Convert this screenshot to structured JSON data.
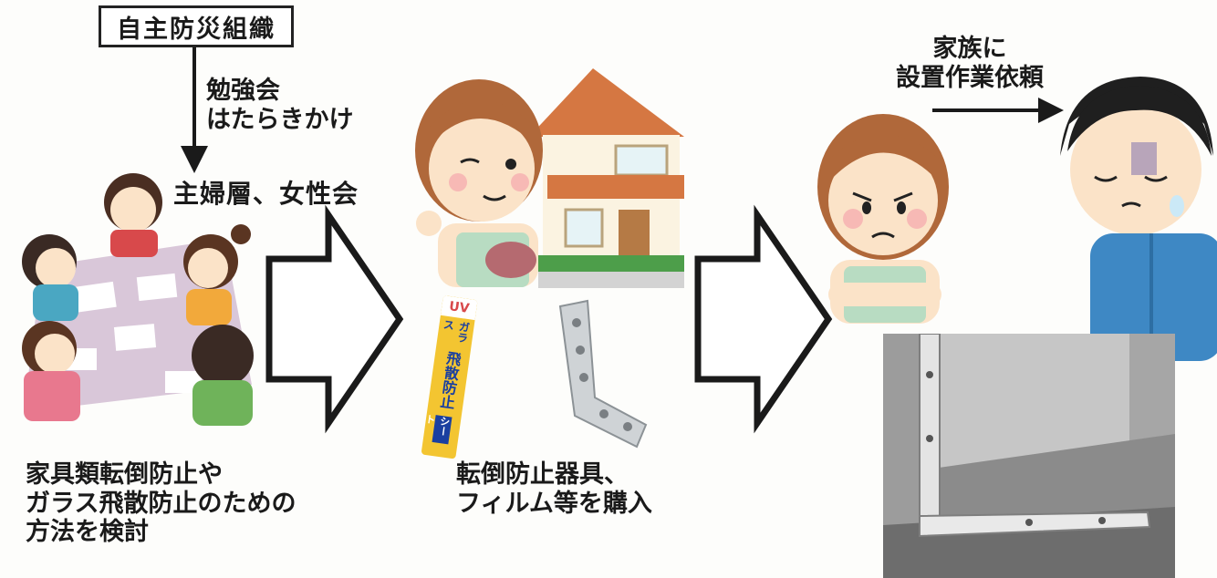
{
  "labels": {
    "org": "自主防災組織",
    "study_line1": "勉強会",
    "study_line2": "はたらきかけ",
    "target": "主婦層、女性会",
    "family_line1": "家族に",
    "family_line2": "設置作業依頼"
  },
  "captions": {
    "step1_line1": "家具類転倒防止や",
    "step1_line2": "ガラス飛散防止のための",
    "step1_line3": "方法を検討",
    "step2_line1": "転倒防止器具、",
    "step2_line2": "フィルム等を購入"
  },
  "product": {
    "uv": "UV",
    "line1": "ガラス",
    "line2": "飛散防止",
    "line3": "シート"
  },
  "colors": {
    "arrow_fill": "#ffffff",
    "arrow_stroke": "#1a1a1a",
    "skin": "#fbe3c8",
    "hair": "#b0683a",
    "apron": "#b8dcc2",
    "house_wall": "#fbf3e1",
    "house_roof": "#d57742",
    "man_shirt": "#3e88c4",
    "tube_yellow": "#f3c531"
  }
}
